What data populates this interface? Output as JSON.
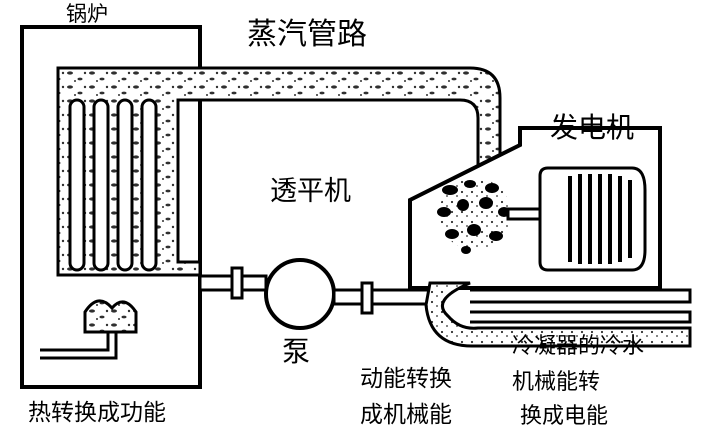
{
  "labels": {
    "boiler": "锅炉",
    "steam_pipe": "蒸汽管路",
    "turbine": "透平机",
    "generator": "发电机",
    "pump": "泵",
    "condenser_water": "冷凝器的冷水",
    "heat_to_work": "热转换成功能",
    "kinetic_line1": "动能转换",
    "kinetic_line2": "成机械能",
    "mech_line1": "机械能转",
    "mech_line2": "换成电能"
  },
  "colors": {
    "ink": "#000000",
    "paper": "#ffffff",
    "steam_fill": "#d9d9d9",
    "speckle": "#303030"
  }
}
